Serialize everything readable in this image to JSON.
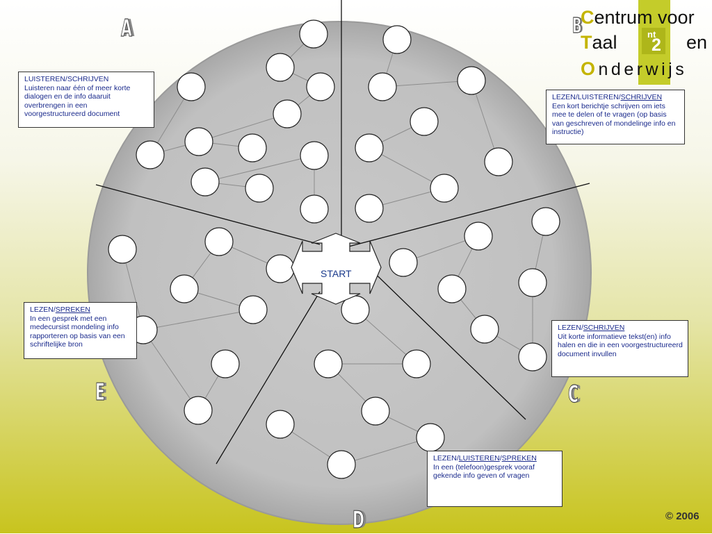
{
  "logo": {
    "line1_cap": "C",
    "line1_rest": "entrum voor",
    "line2_cap": "T",
    "line2_rest": "aal",
    "line2_right": "en",
    "line3_cap": "O",
    "line3_rest": "nderwijs",
    "badge_top": "nt",
    "badge_num": "2",
    "corner_letter": "B"
  },
  "copyright": "© 2006",
  "start": "START",
  "sectors": [
    {
      "letter": "A"
    },
    {
      "letter": "B"
    },
    {
      "letter": "C"
    },
    {
      "letter": "D"
    },
    {
      "letter": "E"
    }
  ],
  "boxes": {
    "a": {
      "header_parts": [
        {
          "text": "LUISTEREN/SCHRIJVEN",
          "underline": false
        }
      ],
      "body": "Luisteren naar één of meer korte dialogen en de info daaruit overbrengen in een voorgestructureerd document"
    },
    "b": {
      "header_parts": [
        {
          "text": "LEZEN/LUISTEREN/",
          "underline": false
        },
        {
          "text": "SCHRIJVEN",
          "underline": true
        }
      ],
      "body": "Een kort berichtje schrijven om iets mee te delen of te vragen (op basis van geschreven of mondelinge info en instructie)"
    },
    "c": {
      "header_parts": [
        {
          "text": "LEZEN/",
          "underline": false
        },
        {
          "text": "SCHRIJVEN",
          "underline": true
        }
      ],
      "body": "Uit korte informatieve tekst(en) info halen en die in een voorgestructureerd document invullen"
    },
    "d": {
      "header_parts": [
        {
          "text": "LEZEN/",
          "underline": false
        },
        {
          "text": "LUISTEREN",
          "underline": true
        },
        {
          "text": "/",
          "underline": false
        },
        {
          "text": "SPREKEN",
          "underline": true
        }
      ],
      "body": "In een (telefoon)gesprek vooraf gekende info geven of vragen"
    },
    "e": {
      "header_parts": [
        {
          "text": "LEZEN/",
          "underline": false
        },
        {
          "text": "SPREKEN",
          "underline": true
        }
      ],
      "body": "In een gesprek met een medecursist mondeling info rapporteren op basis van een schriftelijke bron"
    }
  }
}
